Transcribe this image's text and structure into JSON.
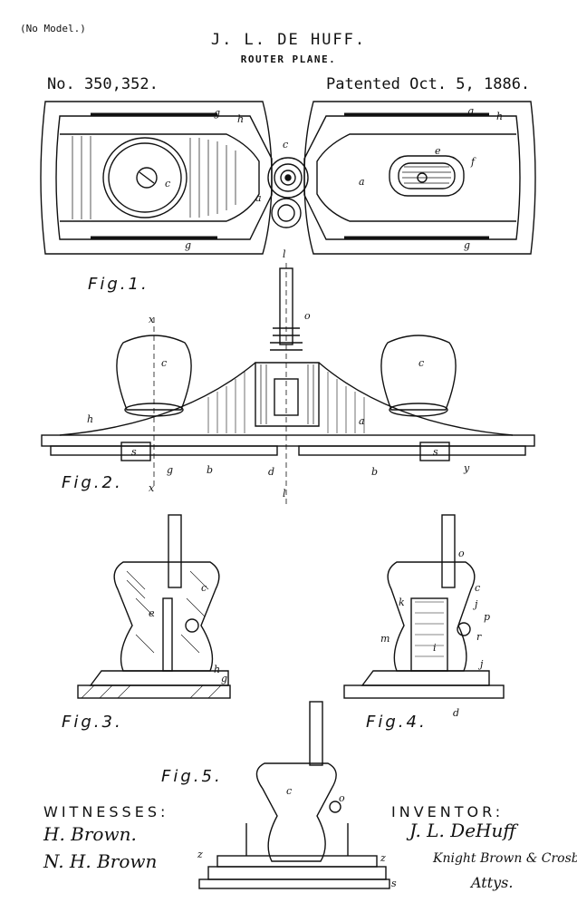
{
  "header": {
    "no_model": "(No Model.)",
    "inventor": "J. L. DE HUFF.",
    "title": "ROUTER PLANE.",
    "patent_number": "No. 350,352.",
    "patent_date": "Patented Oct. 5, 1886."
  },
  "figures": {
    "fig1": "Fig.1.",
    "fig2": "Fig.2.",
    "fig3": "Fig.3.",
    "fig4": "Fig.4.",
    "fig5": "Fig.5."
  },
  "footer": {
    "witnesses_label": "WITNESSES:",
    "witness_1": "H. Brown.",
    "witness_2": "N. H. Brown",
    "inventor_label": "INVENTOR:",
    "inventor_signature": "J. L. DeHuff",
    "attorney_line_1": "Knight Brown & Crosby",
    "attorney_line_2": "Attys."
  },
  "reference_letters": {
    "fig1": [
      "g",
      "h",
      "c",
      "c",
      "a",
      "e",
      "f",
      "a",
      "g",
      "g"
    ],
    "fig2": [
      "l",
      "o",
      "x",
      "c",
      "c",
      "h",
      "a",
      "s",
      "g",
      "b",
      "d",
      "b",
      "s",
      "y",
      "x",
      "l"
    ],
    "fig3": [
      "c",
      "e",
      "h",
      "g"
    ],
    "fig4": [
      "o",
      "c",
      "j",
      "k",
      "p",
      "r",
      "i",
      "m",
      "j",
      "d"
    ],
    "fig5": [
      "c",
      "o",
      "z",
      "z",
      "s"
    ]
  }
}
